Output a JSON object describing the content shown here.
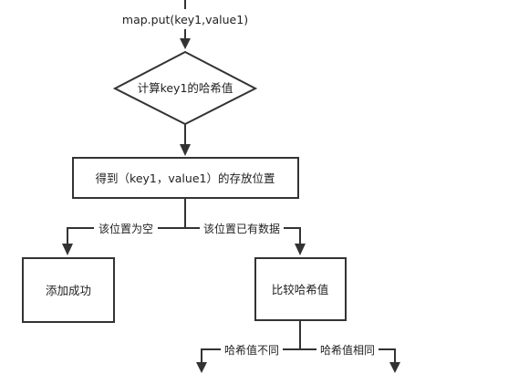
{
  "diagram": {
    "top_call": "map.put(key1,value1)",
    "decision_compute_hash": "计算key1的哈希值",
    "process_get_position": "得到（key1，value1）的存放位置",
    "branch_empty_label": "该位置为空",
    "branch_has_data_label": "该位置已有数据",
    "node_add_success": "添加成功",
    "node_compare_hash": "比较哈希值",
    "branch_hash_diff_label": "哈希值不同",
    "branch_hash_same_label": "哈希值相同"
  }
}
